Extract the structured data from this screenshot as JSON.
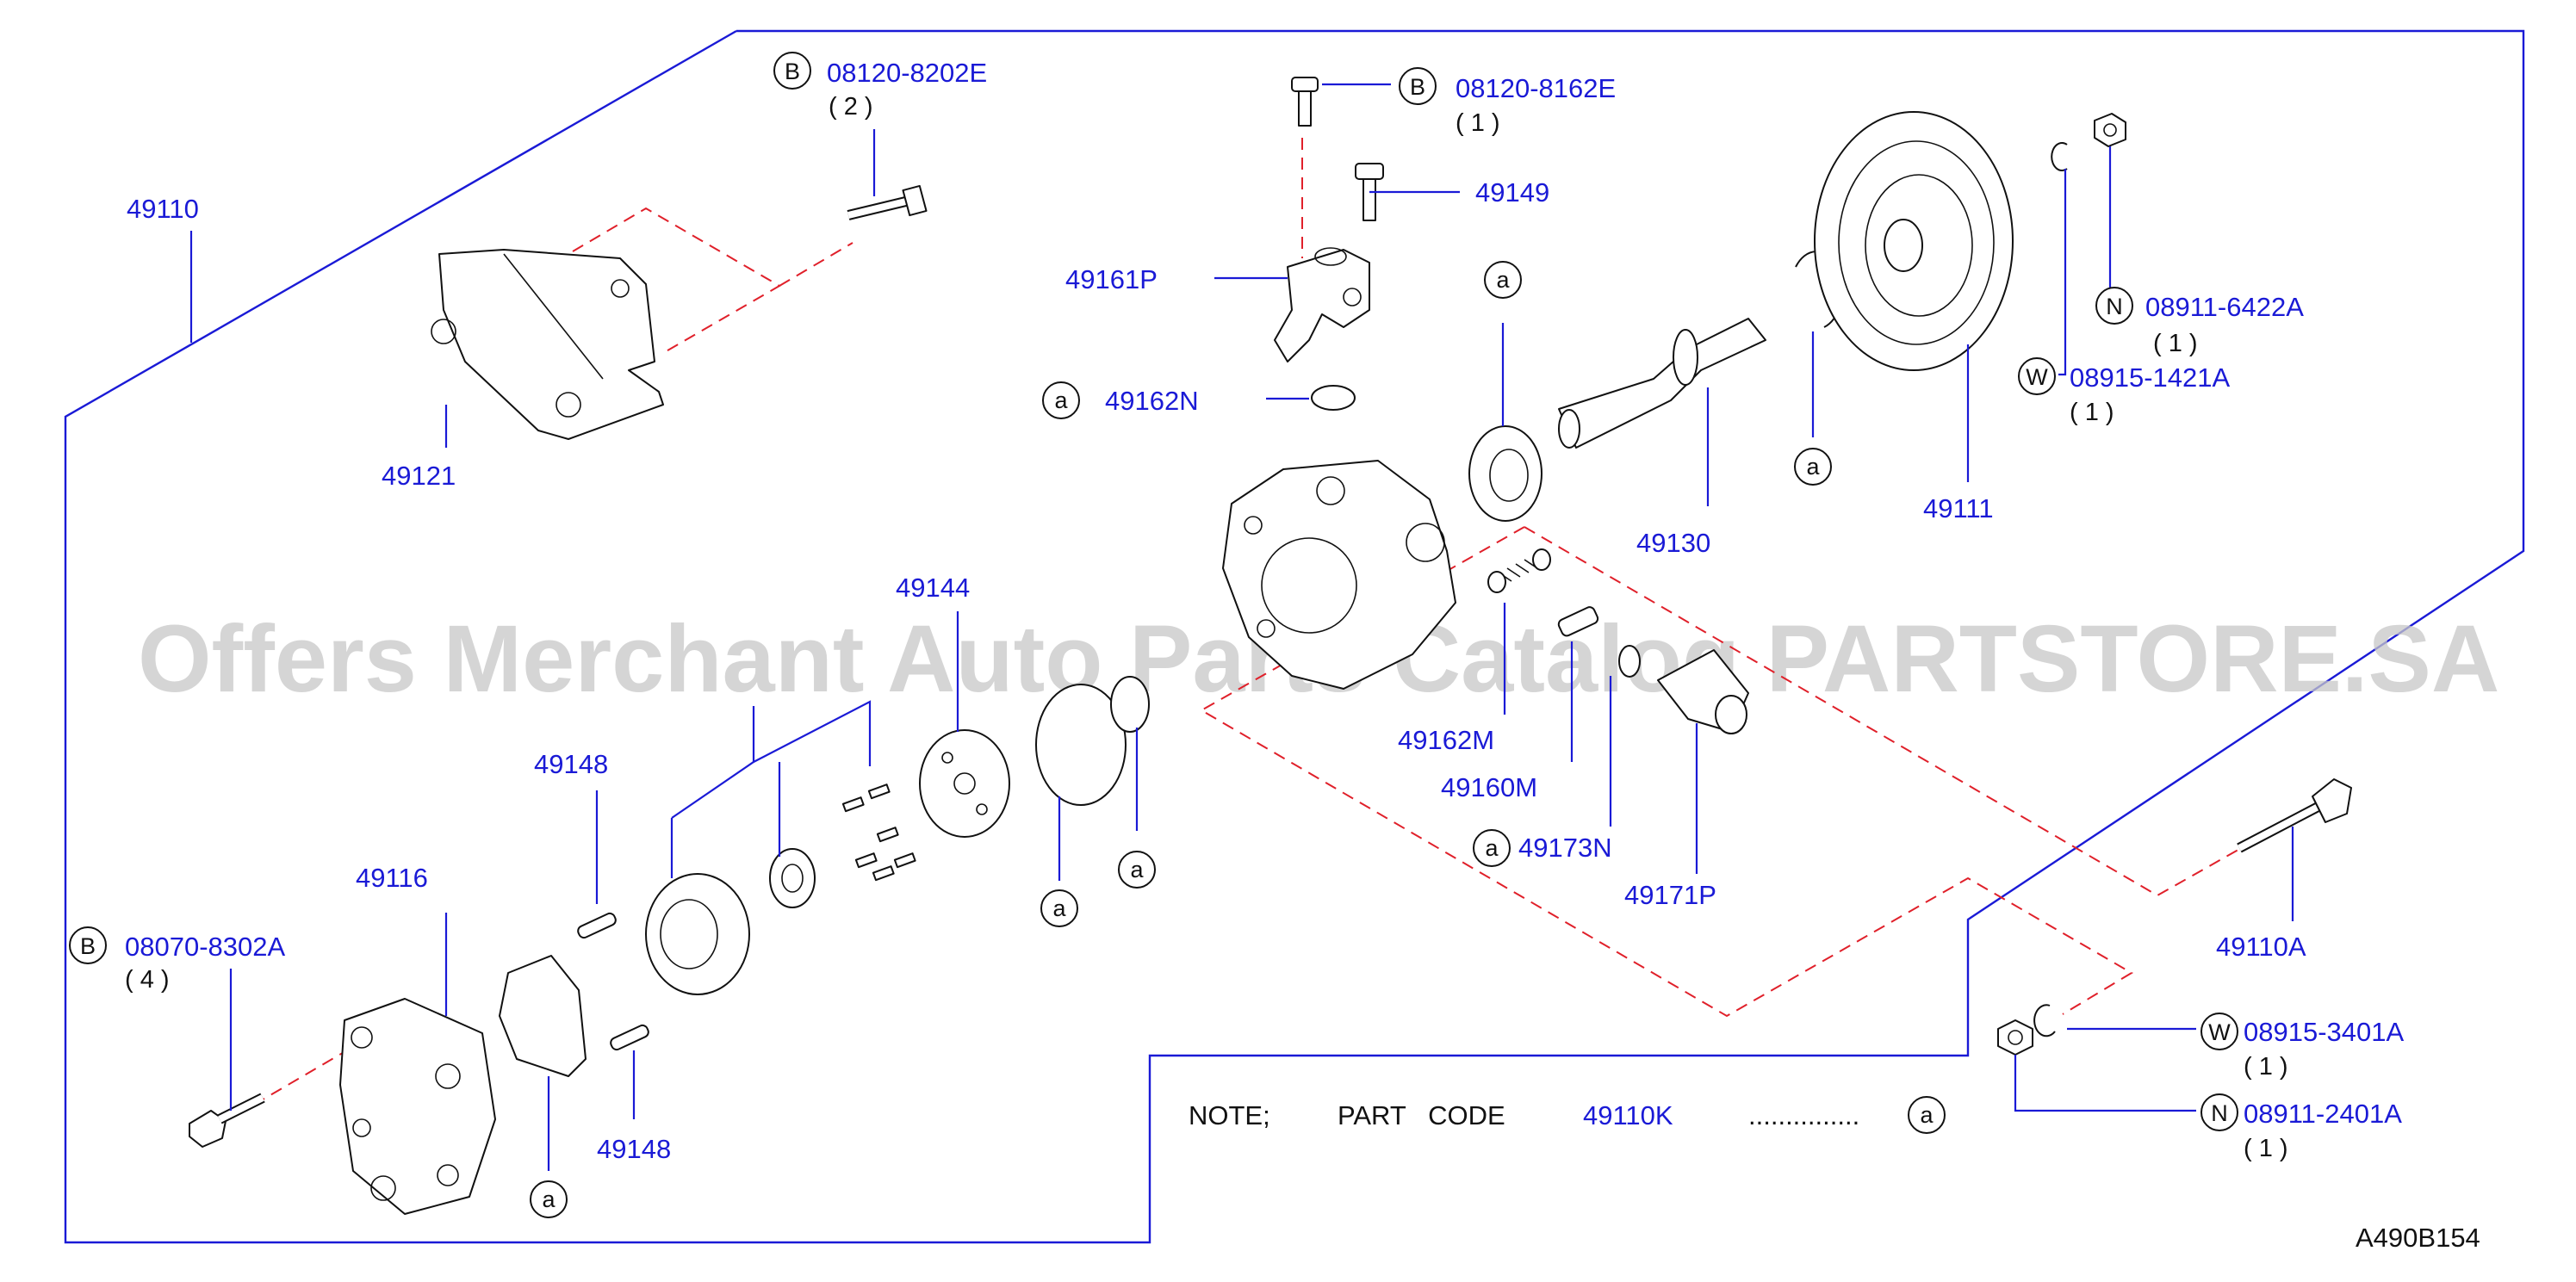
{
  "diagram": {
    "watermark": "Offers Merchant Auto Parts Catalog PARTSTORE.SA",
    "diagram_code": "A490B154",
    "note": {
      "prefix": "NOTE;",
      "part_code_label": "PART   CODE",
      "part_code": "49110K",
      "dots": "...............",
      "ref": "a"
    },
    "symbols": {
      "bolt": "B",
      "nut": "N",
      "washer": "W",
      "ref_a": "a"
    },
    "part_numbers": {
      "p49110": "49110",
      "p49121": "49121",
      "b08120_8202E": "08120-8202E",
      "b08120_8202E_qty": "( 2   )",
      "b08120_8162E": "08120-8162E",
      "b08120_8162E_qty": "( 1   )",
      "p49149": "49149",
      "p49161P": "49161P",
      "p49162N": "49162N",
      "p49130": "49130",
      "p49111": "49111",
      "n08911_6422A": "08911-6422A",
      "n08911_6422A_qty": "( 1 )",
      "w08915_1421A": "08915-1421A",
      "w08915_1421A_qty": "( 1   )",
      "p49144": "49144",
      "p49148_top": "49148",
      "p49148_bottom": "49148",
      "p49116": "49116",
      "b08070_8302A": "08070-8302A",
      "b08070_8302A_qty": "( 4   )",
      "p49162M": "49162M",
      "p49160M": "49160M",
      "p49173N": "49173N",
      "p49171P": "49171P",
      "p49110A": "49110A",
      "w08915_3401A": "08915-3401A",
      "w08915_3401A_qty": "( 1   )",
      "n08911_2401A": "08911-2401A",
      "n08911_2401A_qty": "( 1 )"
    }
  }
}
